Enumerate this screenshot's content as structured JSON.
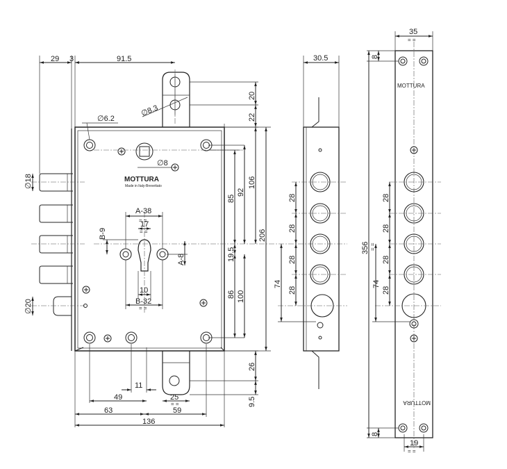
{
  "brand": {
    "logo": "MOTTURA",
    "tagline": "Made in Italy-Brevettato"
  },
  "front_view": {
    "dims_top": [
      "29",
      "3",
      "91.5"
    ],
    "dia_screw": "6.2",
    "dia_pin": "8.3",
    "dia_square": "8",
    "dia_bolt": "18",
    "dia_roller": "20",
    "dims_center": {
      "a": "A-38",
      "b_top": "17",
      "b_left": "B-9",
      "a_right": "A-8",
      "w10": "10",
      "b32": "B-32",
      "eq": "= ="
    },
    "dims_right_col1": [
      "85",
      "19.5",
      "86"
    ],
    "dims_right_col2": [
      "92",
      "100"
    ],
    "dims_right_col3": [
      "106",
      "206"
    ],
    "dims_pin": [
      "20",
      "22",
      "26",
      "9.5"
    ],
    "dims_bottom": [
      "11",
      "49",
      "25",
      "63",
      "59",
      "136"
    ]
  },
  "side_view": {
    "width": "30.5",
    "spacing": [
      "28",
      "28",
      "28",
      "28"
    ],
    "dim_74": "74"
  },
  "faceplate": {
    "width_top": "35",
    "width_bottom": "19",
    "edge": [
      "8",
      "8"
    ],
    "height": "356",
    "spacing": [
      "28",
      "28",
      "28",
      "28"
    ],
    "dim_74": "74",
    "label_top": "MOTTURA",
    "label_bottom": "MOTTURA"
  }
}
